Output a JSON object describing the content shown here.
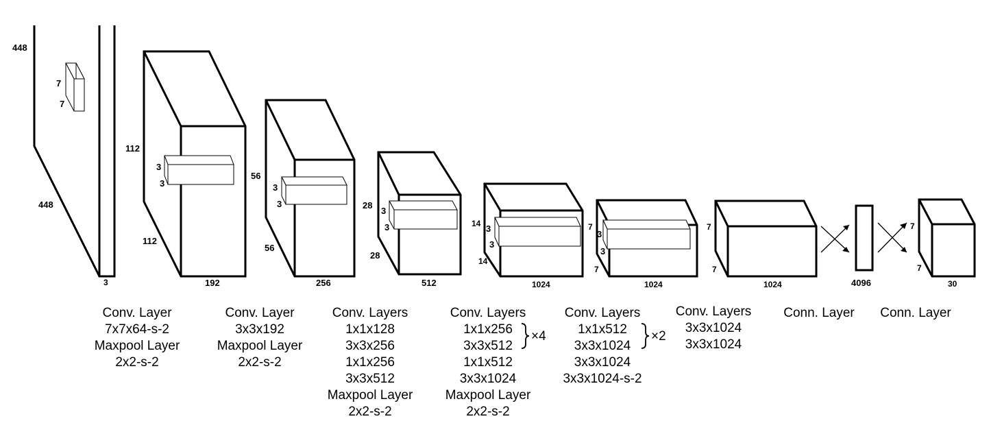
{
  "layers": [
    {
      "dims": {
        "height": "448",
        "width": "448",
        "depth": "3"
      },
      "kernel": {
        "h": "7",
        "w": "7"
      },
      "caption": [
        "Conv. Layer",
        "7x7x64-s-2",
        "Maxpool Layer",
        "2x2-s-2"
      ]
    },
    {
      "dims": {
        "height": "112",
        "width": "112",
        "depth": "192"
      },
      "kernel": {
        "h": "3",
        "w": "3"
      },
      "caption": [
        "Conv. Layer",
        "3x3x192",
        "Maxpool Layer",
        "2x2-s-2"
      ]
    },
    {
      "dims": {
        "height": "56",
        "width": "56",
        "depth": "256"
      },
      "kernel": {
        "h": "3",
        "w": "3"
      },
      "caption": [
        "Conv. Layers",
        "1x1x128",
        "3x3x256",
        "1x1x256",
        "3x3x512",
        "Maxpool Layer",
        "2x2-s-2"
      ]
    },
    {
      "dims": {
        "height": "28",
        "width": "28",
        "depth": "512"
      },
      "kernel": {
        "h": "3",
        "w": "3"
      },
      "caption": [
        "Conv. Layers",
        "1x1x256",
        "3x3x512",
        "1x1x512",
        "3x3x1024",
        "Maxpool Layer",
        "2x2-s-2"
      ],
      "repeat": "×4"
    },
    {
      "dims": {
        "height": "14",
        "width": "14",
        "depth": "1024"
      },
      "kernel": {
        "h": "3",
        "w": "3"
      },
      "caption": [
        "Conv. Layers",
        "1x1x512",
        "3x3x1024",
        "3x3x1024",
        "3x3x1024-s-2"
      ],
      "repeat": "×2"
    },
    {
      "dims": {
        "height": "7",
        "width": "7",
        "depth": "1024"
      },
      "kernel": {
        "h": "3",
        "w": "3"
      },
      "caption": [
        "Conv. Layers",
        "3x3x1024",
        "3x3x1024"
      ]
    },
    {
      "dims": {
        "height": "7",
        "width": "7",
        "depth": "1024"
      },
      "caption": [
        "Conn. Layer"
      ]
    },
    {
      "dims": {
        "depth": "4096"
      },
      "caption": [
        "Conn. Layer"
      ]
    },
    {
      "dims": {
        "height": "7",
        "width": "7",
        "depth": "30"
      }
    }
  ]
}
